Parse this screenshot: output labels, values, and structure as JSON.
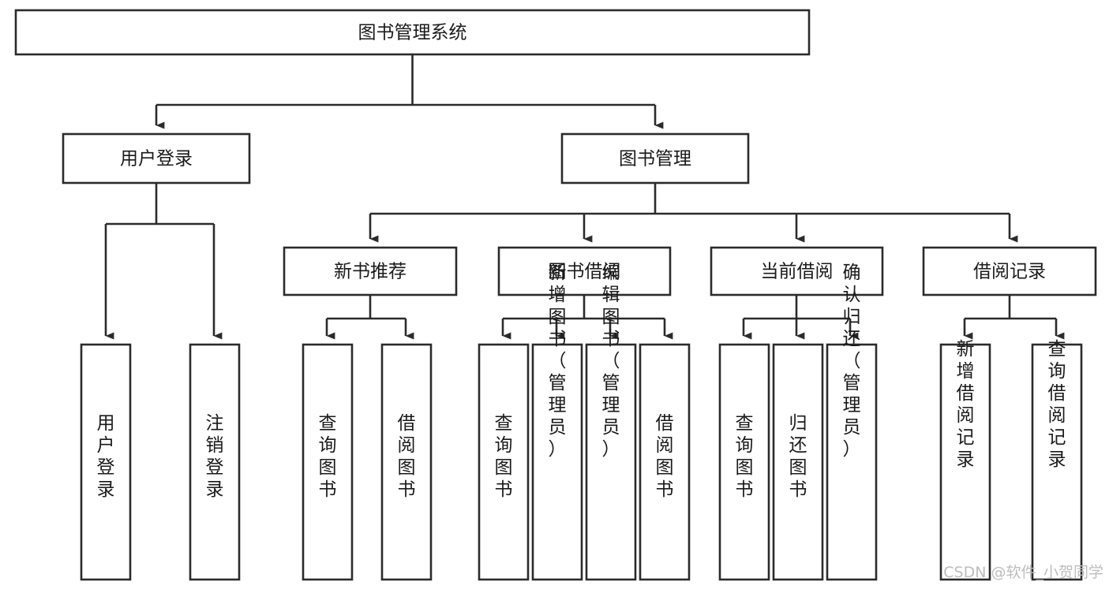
{
  "diagram": {
    "title": "图书管理系统",
    "type": "tree-hierarchy",
    "root": {
      "id": "root",
      "label": "图书管理系统"
    },
    "level2": [
      {
        "id": "user-login",
        "label": "用户登录"
      },
      {
        "id": "book-manage",
        "label": "图书管理"
      }
    ],
    "level3": [
      {
        "id": "new-book-rec",
        "label": "新书推荐",
        "parent": "book-manage"
      },
      {
        "id": "book-borrow",
        "label": "图书借阅",
        "parent": "book-manage"
      },
      {
        "id": "current-borrow",
        "label": "当前借阅",
        "parent": "book-manage"
      },
      {
        "id": "borrow-record",
        "label": "借阅记录",
        "parent": "book-manage"
      }
    ],
    "leaves": [
      {
        "id": "leaf-user-login",
        "label": "用户登录",
        "parent": "user-login"
      },
      {
        "id": "leaf-logout",
        "label": "注销登录",
        "parent": "user-login"
      },
      {
        "id": "leaf-query-book-1",
        "label": "查询图书",
        "parent": "new-book-rec"
      },
      {
        "id": "leaf-borrow-book-1",
        "label": "借阅图书",
        "parent": "new-book-rec"
      },
      {
        "id": "leaf-query-book-2",
        "label": "查询图书",
        "parent": "book-borrow"
      },
      {
        "id": "leaf-add-book",
        "label": "新增图书（管理员）",
        "parent": "book-borrow"
      },
      {
        "id": "leaf-edit-book",
        "label": "编辑图书（管理员）",
        "parent": "book-borrow"
      },
      {
        "id": "leaf-borrow-book-2",
        "label": "借阅图书",
        "parent": "book-borrow"
      },
      {
        "id": "leaf-query-book-3",
        "label": "查询图书",
        "parent": "current-borrow"
      },
      {
        "id": "leaf-return-book",
        "label": "归还图书",
        "parent": "current-borrow"
      },
      {
        "id": "leaf-confirm-return",
        "label": "确认归还（管理员）",
        "parent": "current-borrow"
      },
      {
        "id": "leaf-add-record",
        "label": "新增借阅记录",
        "parent": "borrow-record"
      },
      {
        "id": "leaf-query-record",
        "label": "查询借阅记录",
        "parent": "borrow-record"
      }
    ],
    "colors": {
      "box_stroke": "#2b2b2b",
      "box_fill": "#ffffff",
      "text": "#1a1a1a",
      "background": "#ffffff",
      "watermark": "#bdbdbd"
    }
  },
  "watermark": {
    "text": "CSDN @软件_小贺同学"
  }
}
